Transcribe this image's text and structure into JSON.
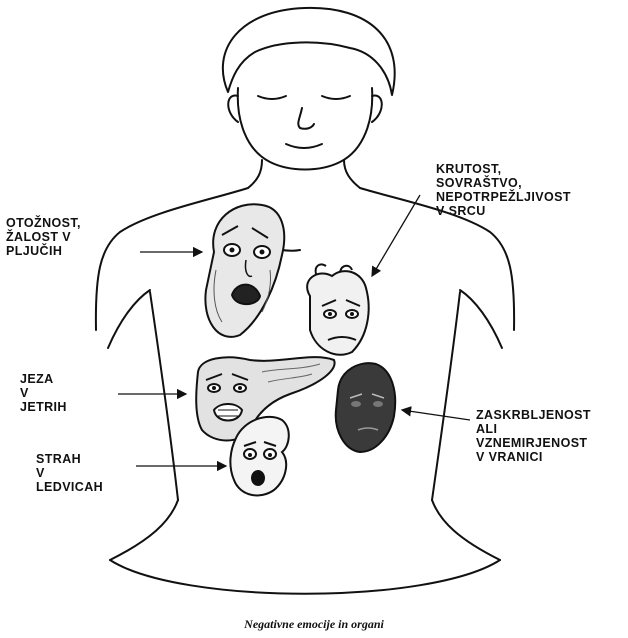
{
  "labels": {
    "heart": "KRUTOST,\nSOVRAŠTVO,\nNEPOTRPEŽLJIVOST\nV SRCU",
    "lungs": "OTOŽNOST,\nŽALOST V\nPLJUČIH",
    "liver": "JEZA\nV\nJETRIH",
    "spleen": "ZASKRBLJENOST\nALI\nVZNEMIRJENOST\nV VRANICI",
    "kidneys": "STRAH\nV\nLEDVICAH"
  },
  "caption": "Negativne emocije in organi",
  "colors": {
    "ink": "#111111",
    "spleen_fill": "#3a3a3a",
    "organ_shade": "#d9d9d9"
  }
}
